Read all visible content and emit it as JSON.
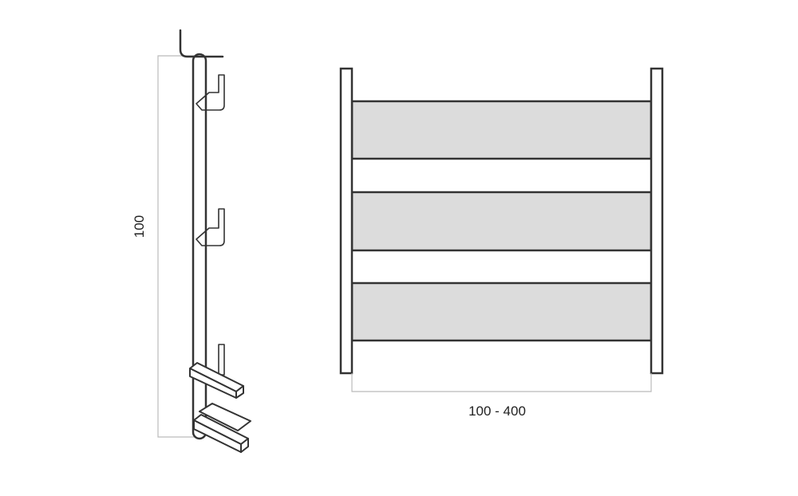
{
  "side_view": {
    "height_label": "100"
  },
  "front_view": {
    "width_label": "100 - 400",
    "panel_count": 3,
    "colors": {
      "panel_fill": "#dcdcdc",
      "stroke": "#333333",
      "dimension_line": "#bbbbbb",
      "background": "#ffffff"
    }
  }
}
